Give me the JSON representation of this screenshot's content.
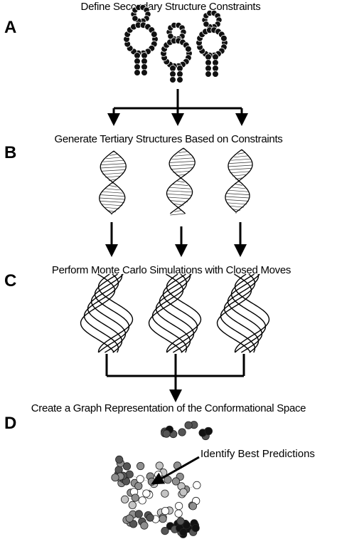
{
  "panels": [
    {
      "label": "A",
      "title": "Define Secondary Structure Constraints"
    },
    {
      "label": "B",
      "title": "Generate Tertiary Structures Based on Constraints"
    },
    {
      "label": "C",
      "title": "Perform Monte Carlo Simulations with Closed Moves"
    },
    {
      "label": "D",
      "title": "Create a Graph Representation of the Conformational Space"
    }
  ],
  "callout": {
    "text": "Identify Best Predictions"
  },
  "colors": {
    "ink": "#000000",
    "node_black": "#111111",
    "node_dark": "#555555",
    "node_mid": "#8f8f8f",
    "node_light": "#c4c4c4",
    "node_white": "#ffffff"
  }
}
